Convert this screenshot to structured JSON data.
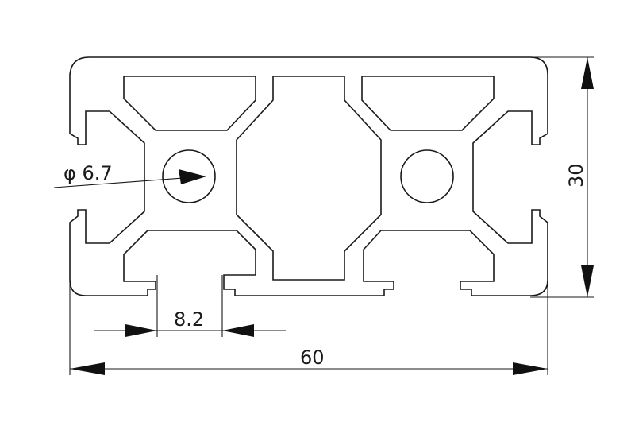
{
  "dimensions": {
    "hole_diameter": "φ 6.7",
    "slot_width": "8.2",
    "overall_width": "60",
    "overall_height": "30"
  }
}
